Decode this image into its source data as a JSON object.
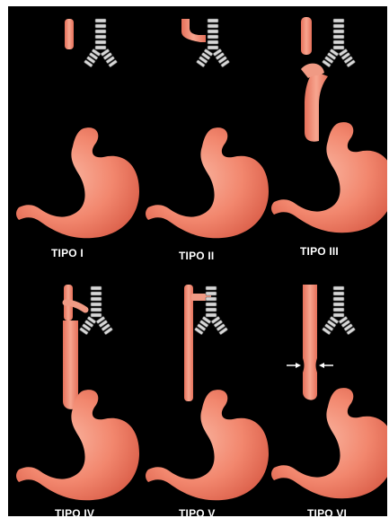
{
  "figure": {
    "labels": [
      "TIPO I",
      "TIPO II",
      "TIPO III",
      "TIPO IV",
      "TIPO V",
      "TIPO VI"
    ]
  },
  "colors": {
    "background": "#000000",
    "stomach": "#f2876e",
    "stomach_shade": "#e0614c",
    "trachea": "#cfcfcf"
  }
}
